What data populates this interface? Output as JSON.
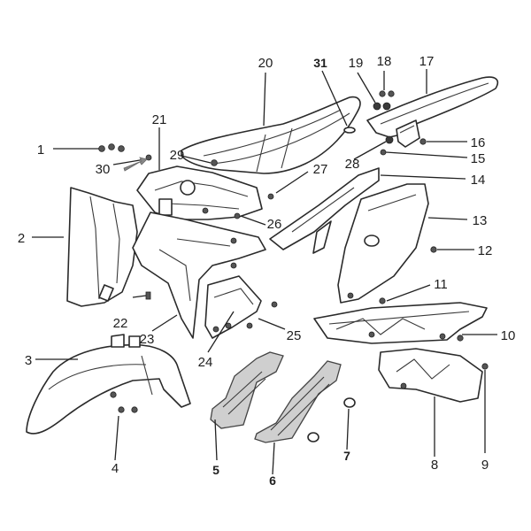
{
  "diagram": {
    "callouts": [
      {
        "id": "1",
        "label": "1"
      },
      {
        "id": "2",
        "label": "2"
      },
      {
        "id": "3",
        "label": "3"
      },
      {
        "id": "4",
        "label": "4"
      },
      {
        "id": "5",
        "label": "5"
      },
      {
        "id": "6",
        "label": "6"
      },
      {
        "id": "7",
        "label": "7"
      },
      {
        "id": "8",
        "label": "8"
      },
      {
        "id": "9",
        "label": "9"
      },
      {
        "id": "10",
        "label": "10"
      },
      {
        "id": "11",
        "label": "11"
      },
      {
        "id": "12",
        "label": "12"
      },
      {
        "id": "13",
        "label": "13"
      },
      {
        "id": "14",
        "label": "14"
      },
      {
        "id": "15",
        "label": "15"
      },
      {
        "id": "16",
        "label": "16"
      },
      {
        "id": "17",
        "label": "17"
      },
      {
        "id": "18",
        "label": "18"
      },
      {
        "id": "19",
        "label": "19"
      },
      {
        "id": "20",
        "label": "20"
      },
      {
        "id": "21",
        "label": "21"
      },
      {
        "id": "22",
        "label": "22"
      },
      {
        "id": "23",
        "label": "23"
      },
      {
        "id": "24",
        "label": "24"
      },
      {
        "id": "25",
        "label": "25"
      },
      {
        "id": "26",
        "label": "26"
      },
      {
        "id": "27",
        "label": "27"
      },
      {
        "id": "28",
        "label": "28"
      },
      {
        "id": "29",
        "label": "29"
      },
      {
        "id": "30",
        "label": "30"
      },
      {
        "id": "31",
        "label": "31"
      }
    ]
  }
}
